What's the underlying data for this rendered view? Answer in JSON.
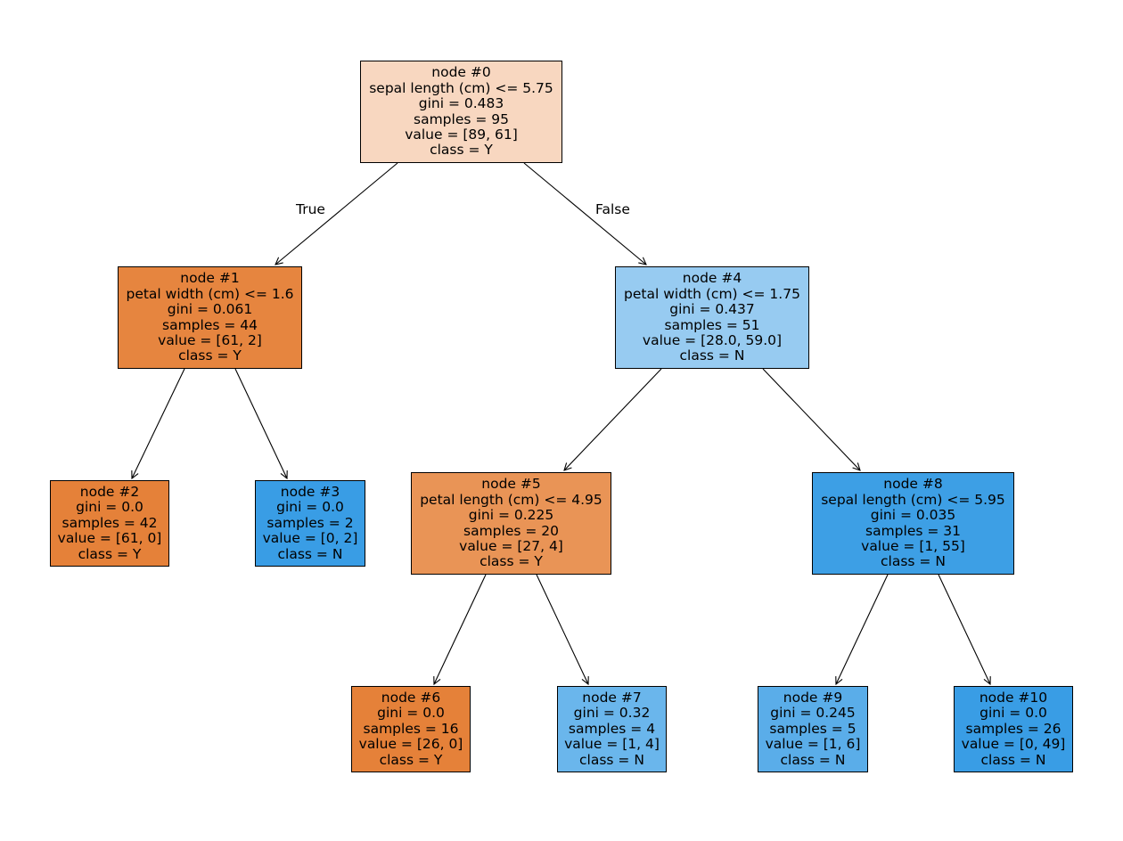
{
  "tree": {
    "edge_labels": {
      "true_label": "True",
      "false_label": "False"
    },
    "nodes": [
      {
        "id": 0,
        "lines": [
          "node #0",
          "sepal length (cm) <= 5.75",
          "gini = 0.483",
          "samples = 95",
          "value = [89, 61]",
          "class = Y"
        ],
        "fill": "#f8d7c0"
      },
      {
        "id": 1,
        "lines": [
          "node #1",
          "petal width (cm) <= 1.6",
          "gini = 0.061",
          "samples = 44",
          "value = [61, 2]",
          "class = Y"
        ],
        "fill": "#e6853f"
      },
      {
        "id": 2,
        "lines": [
          "node #2",
          "gini = 0.0",
          "samples = 42",
          "value = [61, 0]",
          "class = Y"
        ],
        "fill": "#e58139"
      },
      {
        "id": 3,
        "lines": [
          "node #3",
          "gini = 0.0",
          "samples = 2",
          "value = [0, 2]",
          "class = N"
        ],
        "fill": "#399de5"
      },
      {
        "id": 4,
        "lines": [
          "node #4",
          "petal width (cm) <= 1.75",
          "gini = 0.437",
          "samples = 51",
          "value = [28.0, 59.0]",
          "class = N"
        ],
        "fill": "#97cbf1"
      },
      {
        "id": 5,
        "lines": [
          "node #5",
          "petal length (cm) <= 4.95",
          "gini = 0.225",
          "samples = 20",
          "value = [27, 4]",
          "class = Y"
        ],
        "fill": "#e99456"
      },
      {
        "id": 6,
        "lines": [
          "node #6",
          "gini = 0.0",
          "samples = 16",
          "value = [26, 0]",
          "class = Y"
        ],
        "fill": "#e58139"
      },
      {
        "id": 7,
        "lines": [
          "node #7",
          "gini = 0.32",
          "samples = 4",
          "value = [1, 4]",
          "class = N"
        ],
        "fill": "#6ab6ec"
      },
      {
        "id": 8,
        "lines": [
          "node #8",
          "sepal length (cm) <= 5.95",
          "gini = 0.035",
          "samples = 31",
          "value = [1, 55]",
          "class = N"
        ],
        "fill": "#3d9fe5"
      },
      {
        "id": 9,
        "lines": [
          "node #9",
          "gini = 0.245",
          "samples = 5",
          "value = [1, 6]",
          "class = N"
        ],
        "fill": "#5aade9"
      },
      {
        "id": 10,
        "lines": [
          "node #10",
          "gini = 0.0",
          "samples = 26",
          "value = [0, 49]",
          "class = N"
        ],
        "fill": "#399de5"
      }
    ],
    "edges": [
      {
        "from": 0,
        "to": 1
      },
      {
        "from": 0,
        "to": 4
      },
      {
        "from": 1,
        "to": 2
      },
      {
        "from": 1,
        "to": 3
      },
      {
        "from": 4,
        "to": 5
      },
      {
        "from": 4,
        "to": 8
      },
      {
        "from": 5,
        "to": 6
      },
      {
        "from": 5,
        "to": 7
      },
      {
        "from": 8,
        "to": 9
      },
      {
        "from": 8,
        "to": 10
      }
    ]
  }
}
